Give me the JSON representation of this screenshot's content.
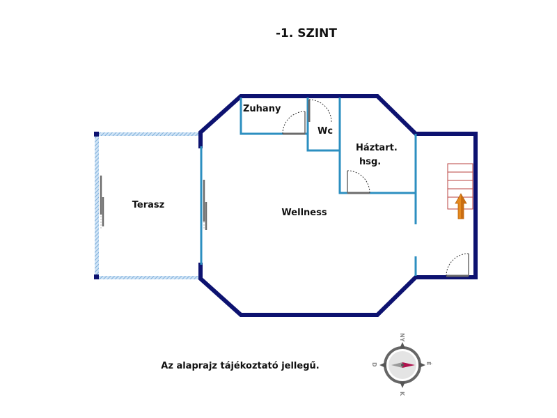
{
  "title": "-1. SZINT",
  "disclaimer": "Az alaprajz tájékoztató jellegű.",
  "rooms": {
    "zuhany": "Zuhany",
    "wc": "Wc",
    "haztart_line1": "Háztart.",
    "haztart_line2": "hsg.",
    "wellness": "Wellness",
    "terasz": "Terasz"
  },
  "compass": {
    "north": "NY",
    "east": "É",
    "south": "K",
    "west": "D"
  },
  "colors": {
    "outer_wall": "#0d1270",
    "inner_wall": "#2c8fc0",
    "terrace_wall": "#9cc3e6",
    "door_leaf": "#6b6b6b",
    "stairs": "#b8423f",
    "stair_arrow": "#e58a1f",
    "compass_needle": "#b0134e"
  }
}
